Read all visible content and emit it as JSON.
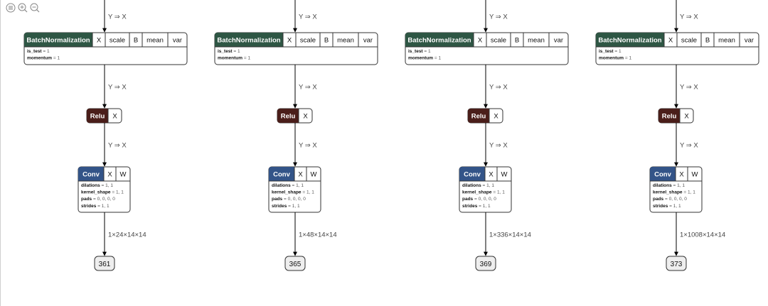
{
  "toolbar": {
    "icons": [
      "menu-icon",
      "zoom-in-icon",
      "zoom-out-icon"
    ]
  },
  "colors": {
    "batchnorm": "#2e5644",
    "relu": "#4a1e1a",
    "conv": "#335488",
    "edge": "#000000"
  },
  "columns": [
    {
      "top_edge_label": "Y ⇒ X",
      "bn": {
        "title": "BatchNormalization",
        "inputs": [
          "X",
          "scale",
          "B",
          "mean",
          "var"
        ],
        "attrs": [
          {
            "key": "is_test",
            "value": "1"
          },
          {
            "key": "momentum",
            "value": "1"
          }
        ]
      },
      "bn_relu_label": "Y ⇒ X",
      "relu": {
        "title": "Relu",
        "inputs": [
          "X"
        ]
      },
      "relu_conv_label": "Y ⇒ X",
      "conv": {
        "title": "Conv",
        "inputs": [
          "X",
          "W"
        ],
        "attrs": [
          {
            "key": "dilations",
            "value": "1, 1"
          },
          {
            "key": "kernel_shape",
            "value": "1, 1"
          },
          {
            "key": "pads",
            "value": "0, 0, 0, 0"
          },
          {
            "key": "strides",
            "value": "1, 1"
          }
        ]
      },
      "output_shape": "1×24×14×14",
      "output_name": "361"
    },
    {
      "top_edge_label": "Y ⇒ X",
      "bn": {
        "title": "BatchNormalization",
        "inputs": [
          "X",
          "scale",
          "B",
          "mean",
          "var"
        ],
        "attrs": [
          {
            "key": "is_test",
            "value": "1"
          },
          {
            "key": "momentum",
            "value": "1"
          }
        ]
      },
      "bn_relu_label": "Y ⇒ X",
      "relu": {
        "title": "Relu",
        "inputs": [
          "X"
        ]
      },
      "relu_conv_label": "Y ⇒ X",
      "conv": {
        "title": "Conv",
        "inputs": [
          "X",
          "W"
        ],
        "attrs": [
          {
            "key": "dilations",
            "value": "1, 1"
          },
          {
            "key": "kernel_shape",
            "value": "1, 1"
          },
          {
            "key": "pads",
            "value": "0, 0, 0, 0"
          },
          {
            "key": "strides",
            "value": "1, 1"
          }
        ]
      },
      "output_shape": "1×48×14×14",
      "output_name": "365"
    },
    {
      "top_edge_label": "Y ⇒ X",
      "bn": {
        "title": "BatchNormalization",
        "inputs": [
          "X",
          "scale",
          "B",
          "mean",
          "var"
        ],
        "attrs": [
          {
            "key": "is_test",
            "value": "1"
          },
          {
            "key": "momentum",
            "value": "1"
          }
        ]
      },
      "bn_relu_label": "Y ⇒ X",
      "relu": {
        "title": "Relu",
        "inputs": [
          "X"
        ]
      },
      "relu_conv_label": "Y ⇒ X",
      "conv": {
        "title": "Conv",
        "inputs": [
          "X",
          "W"
        ],
        "attrs": [
          {
            "key": "dilations",
            "value": "1, 1"
          },
          {
            "key": "kernel_shape",
            "value": "1, 1"
          },
          {
            "key": "pads",
            "value": "0, 0, 0, 0"
          },
          {
            "key": "strides",
            "value": "1, 1"
          }
        ]
      },
      "output_shape": "1×336×14×14",
      "output_name": "369"
    },
    {
      "top_edge_label": "Y ⇒ X",
      "bn": {
        "title": "BatchNormalization",
        "inputs": [
          "X",
          "scale",
          "B",
          "mean",
          "var"
        ],
        "attrs": [
          {
            "key": "is_test",
            "value": "1"
          },
          {
            "key": "momentum",
            "value": "1"
          }
        ]
      },
      "bn_relu_label": "Y ⇒ X",
      "relu": {
        "title": "Relu",
        "inputs": [
          "X"
        ]
      },
      "relu_conv_label": "Y ⇒ X",
      "conv": {
        "title": "Conv",
        "inputs": [
          "X",
          "W"
        ],
        "attrs": [
          {
            "key": "dilations",
            "value": "1, 1"
          },
          {
            "key": "kernel_shape",
            "value": "1, 1"
          },
          {
            "key": "pads",
            "value": "0, 0, 0, 0"
          },
          {
            "key": "strides",
            "value": "1, 1"
          }
        ]
      },
      "output_shape": "1×1008×14×14",
      "output_name": "373"
    }
  ]
}
